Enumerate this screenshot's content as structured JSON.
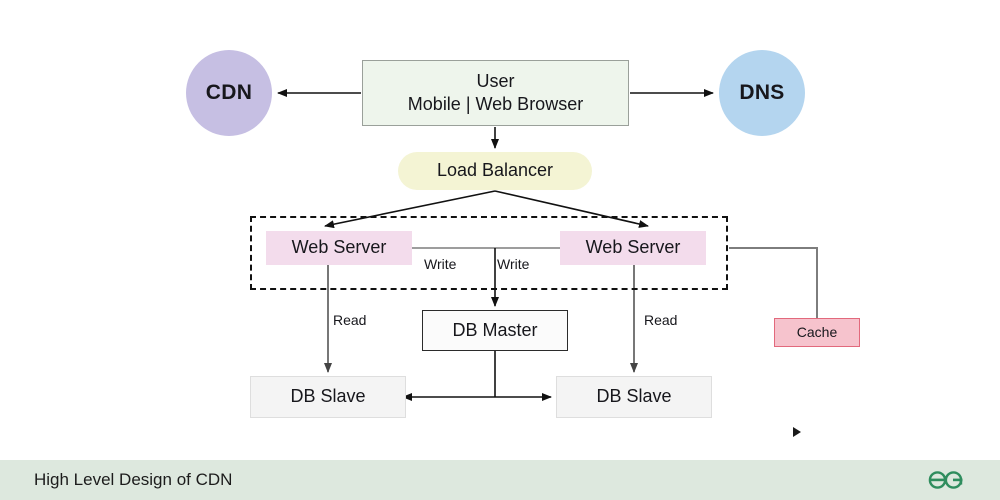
{
  "diagram": {
    "title": "High Level Design of CDN",
    "nodes": {
      "cdn": {
        "label": "CDN",
        "shape": "circle",
        "fill": "#c6bfe3"
      },
      "dns": {
        "label": "DNS",
        "shape": "circle",
        "fill": "#b4d5ef"
      },
      "user": {
        "line1": "User",
        "line2": "Mobile | Web Browser",
        "shape": "rect",
        "fill": "#eef5ec"
      },
      "load_balancer": {
        "label": "Load Balancer",
        "shape": "pill",
        "fill": "#f4f4d4"
      },
      "web_server_1": {
        "label": "Web Server",
        "shape": "rect",
        "fill": "#f3dcec"
      },
      "web_server_2": {
        "label": "Web Server",
        "shape": "rect",
        "fill": "#f3dcec"
      },
      "db_master": {
        "label": "DB Master",
        "shape": "rect",
        "fill": "#fbfbfb"
      },
      "db_slave_1": {
        "label": "DB Slave",
        "shape": "rect",
        "fill": "#f4f4f4"
      },
      "db_slave_2": {
        "label": "DB Slave",
        "shape": "rect",
        "fill": "#f4f4f4"
      },
      "cache": {
        "label": "Cache",
        "shape": "rect",
        "fill": "#f6c3cd"
      }
    },
    "edge_labels": {
      "write_left": "Write",
      "write_right": "Write",
      "read_left": "Read",
      "read_right": "Read"
    },
    "edges": [
      {
        "from": "user",
        "to": "cdn",
        "label": "",
        "arrow": "single"
      },
      {
        "from": "user",
        "to": "dns",
        "label": "",
        "arrow": "single"
      },
      {
        "from": "user",
        "to": "load_balancer",
        "label": "",
        "arrow": "single"
      },
      {
        "from": "load_balancer",
        "to": "web_server_1",
        "label": "",
        "arrow": "single"
      },
      {
        "from": "load_balancer",
        "to": "web_server_2",
        "label": "",
        "arrow": "single"
      },
      {
        "from": "web_server_1",
        "to": "db_master",
        "label": "Write",
        "arrow": "single"
      },
      {
        "from": "web_server_2",
        "to": "db_master",
        "label": "Write",
        "arrow": "single"
      },
      {
        "from": "web_server_1",
        "to": "db_slave_1",
        "label": "Read",
        "arrow": "single"
      },
      {
        "from": "web_server_2",
        "to": "db_slave_2",
        "label": "Read",
        "arrow": "single"
      },
      {
        "from": "web_server_2",
        "to": "cache",
        "label": "",
        "arrow": "none"
      },
      {
        "from": "db_master",
        "to": "db_slave_1",
        "label": "",
        "arrow": "single"
      },
      {
        "from": "db_master",
        "to": "db_slave_2",
        "label": "",
        "arrow": "single"
      }
    ],
    "group": {
      "name": "web-tier",
      "style": "dashed"
    }
  },
  "footer": {
    "caption": "High Level Design of CDN",
    "logo_name": "geeksforgeeks-logo",
    "logo_color": "#2f8d5e",
    "background": "#dde8de"
  }
}
